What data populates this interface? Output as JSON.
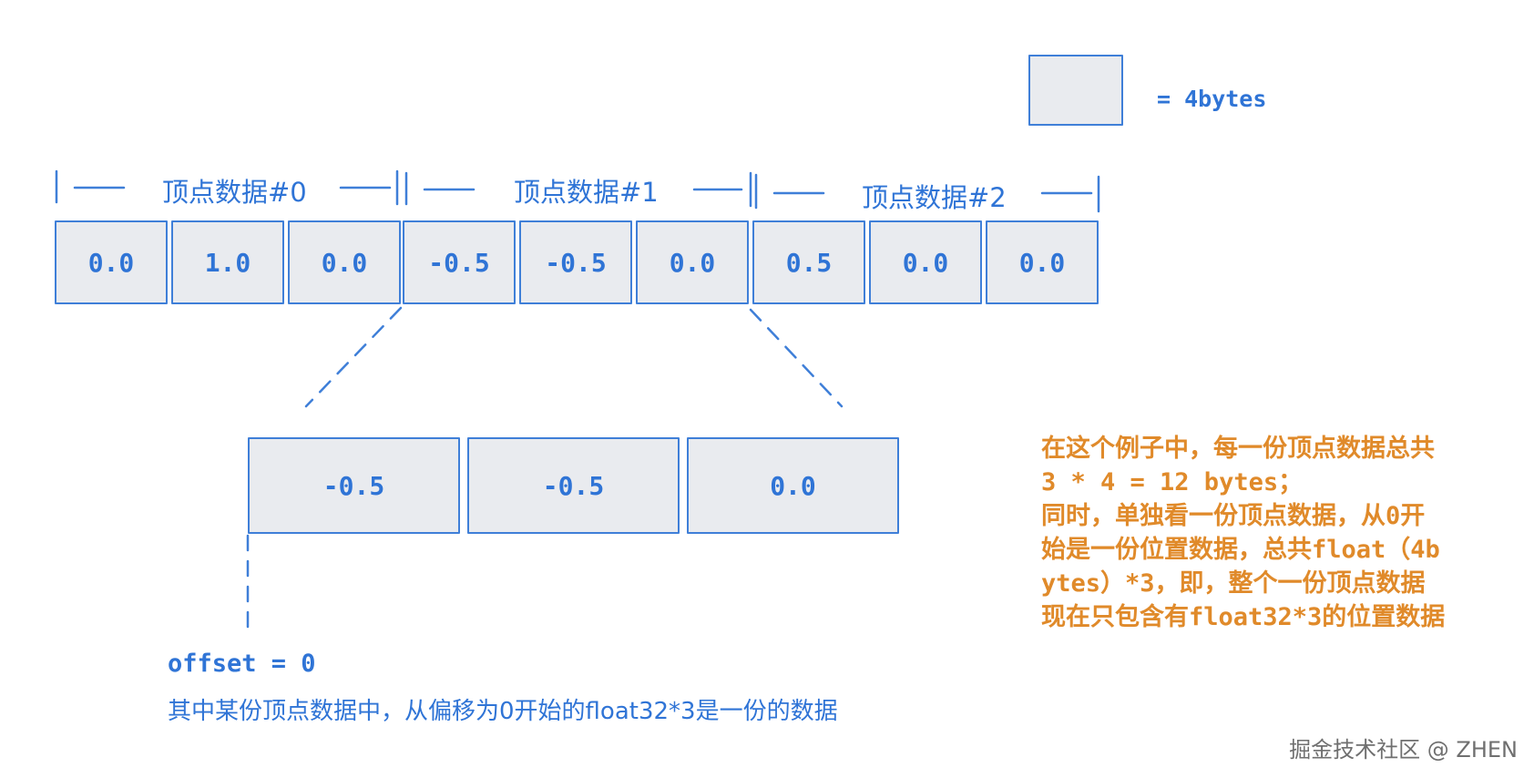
{
  "legend": {
    "label": "= 4bytes"
  },
  "groups": [
    {
      "label": "顶点数据#0"
    },
    {
      "label": "顶点数据#1"
    },
    {
      "label": "顶点数据#2"
    }
  ],
  "cells": [
    "0.0",
    "1.0",
    "0.0",
    "-0.5",
    "-0.5",
    "0.0",
    "0.5",
    "0.0",
    "0.0"
  ],
  "zoom_cells": [
    "-0.5",
    "-0.5",
    "0.0"
  ],
  "offset": {
    "label": "offset = 0",
    "description": "其中某份顶点数据中，从偏移为0开始的float32*3是一份的数据"
  },
  "note": {
    "lines": [
      "在这个例子中，每一份顶点数据总共",
      "3 * 4 = 12 bytes；",
      "同时，单独看一份顶点数据，从0开",
      "始是一份位置数据，总共float（4b",
      "ytes）*3，即，整个一份顶点数据",
      "现在只包含有float32*3的位置数据"
    ]
  },
  "watermark": "掘金技术社区 @ ZHEN",
  "colors": {
    "primary": "#2f74d6",
    "box_fill": "#e9ebef",
    "note": "#e08a2a"
  }
}
